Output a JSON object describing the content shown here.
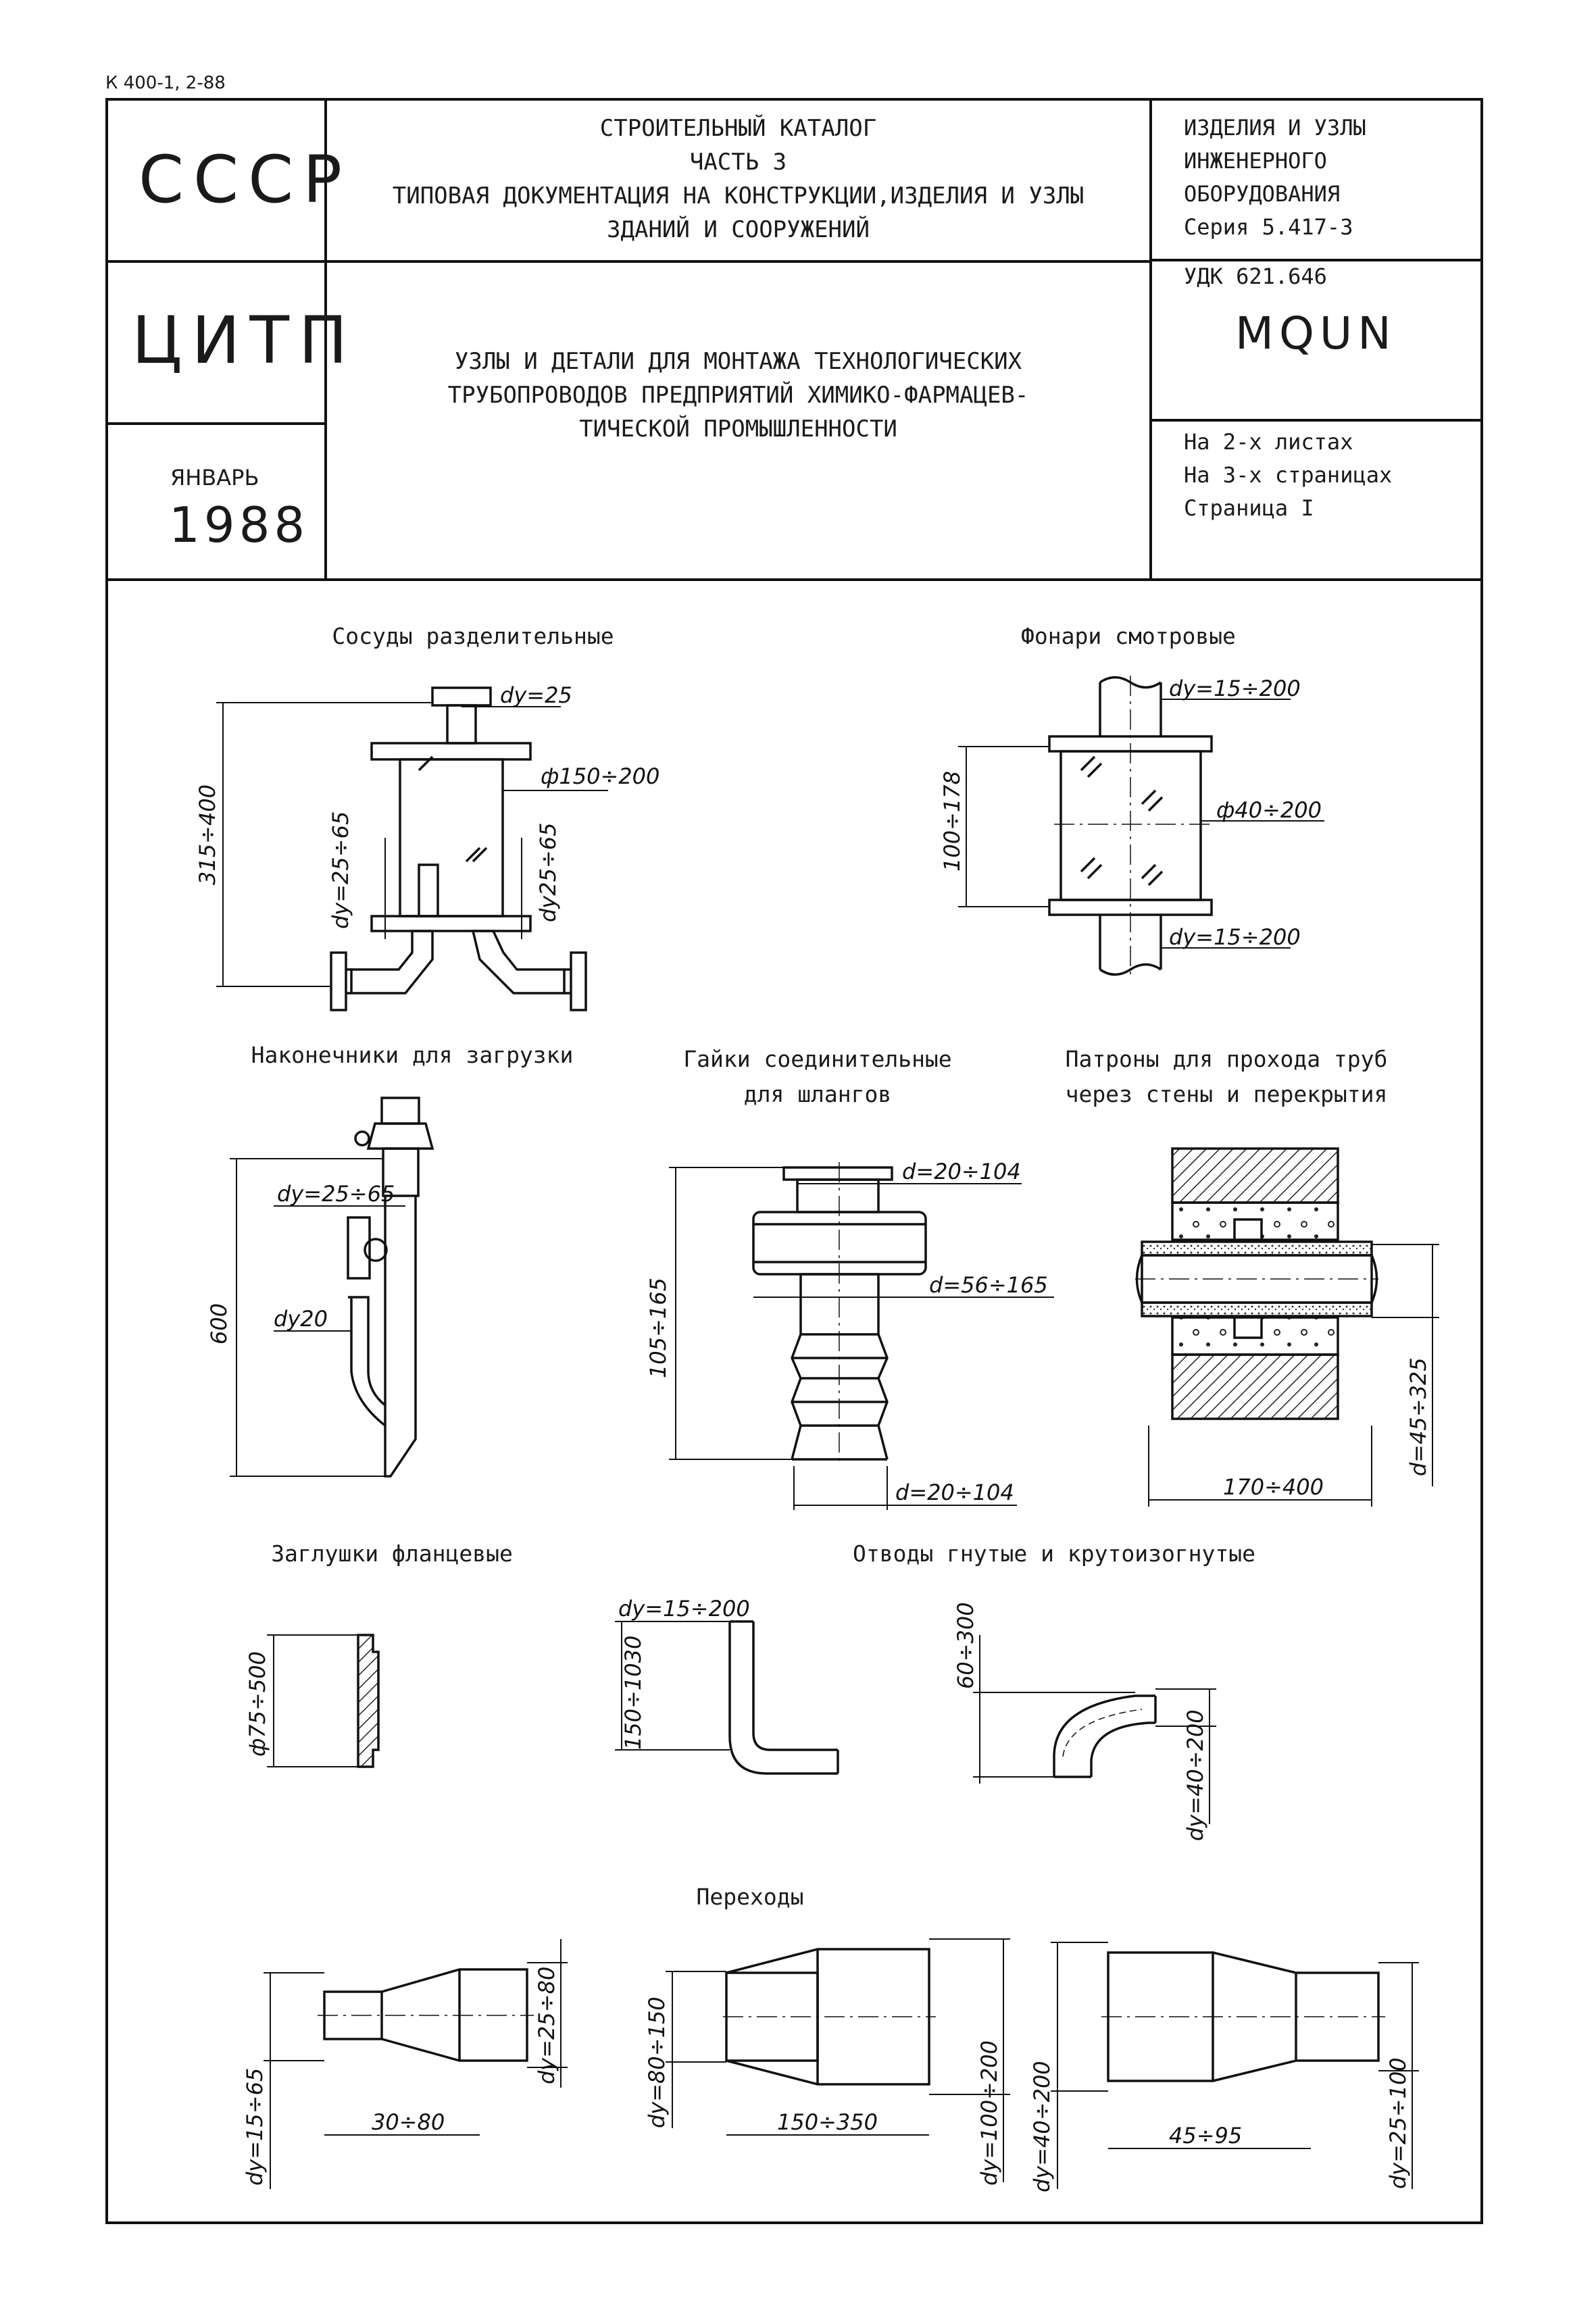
{
  "doc_code": "К 400-1, 2-88",
  "header": {
    "org1": "СССР",
    "org2": "ЦИТП",
    "date_month": "ЯНВАРЬ",
    "date_year": "1988",
    "catalog_lines": [
      "СТРОИТЕЛЬНЫЙ КАТАЛОГ",
      "ЧАСТЬ 3",
      "ТИПОВАЯ ДОКУМЕНТАЦИЯ НА КОНСТРУКЦИИ,ИЗДЕЛИЯ И УЗЛЫ",
      "ЗДАНИЙ И СООРУЖЕНИЙ"
    ],
    "title_lines": [
      "УЗЛЫ И ДЕТАЛИ ДЛЯ МОНТАЖА ТЕХНОЛОГИЧЕСКИХ",
      "ТРУБОПРОВОДОВ ПРЕДПРИЯТИЙ ХИМИКО-ФАРМАЦЕВ-",
      "ТИЧЕСКОЙ ПРОМЫШЛЕННОСТИ"
    ],
    "section_lines": [
      "ИЗДЕЛИЯ И УЗЛЫ",
      "ИНЖЕНЕРНОГО",
      "ОБОРУДОВАНИЯ",
      "Серия 5.417-3"
    ],
    "udk": "УДК 621.646",
    "code": "MQUN",
    "sheet_info": [
      "На 2-х листах",
      "На 3-х страницах",
      "Страница I"
    ]
  },
  "items": {
    "vessels": {
      "caption": "Сосуды разделительные",
      "labels": [
        "dу=25",
        "ф150÷200",
        "dу=25÷65",
        "dу25÷65",
        "315÷400"
      ]
    },
    "sight_glasses": {
      "caption": "Фонари смотровые",
      "labels": [
        "dу=15÷200",
        "ф40÷200",
        "100÷178",
        "dу=15÷200"
      ]
    },
    "tips": {
      "caption": "Наконечники для загрузки",
      "labels": [
        "dу=25÷65",
        "dу20",
        "600"
      ]
    },
    "nuts": {
      "caption_lines": [
        "Гайки соединительные",
        "для шлангов"
      ],
      "labels": [
        "d=20÷104",
        "d=56÷165",
        "105÷165",
        "d=20÷104"
      ]
    },
    "sleeves": {
      "caption_lines": [
        "Патроны для прохода труб",
        "через стены и перекрытия"
      ],
      "labels": [
        "d=45÷325",
        "170÷400"
      ]
    },
    "blind_flanges": {
      "caption": "Заглушки фланцевые",
      "labels": [
        "ф75÷500"
      ]
    },
    "bends": {
      "caption": "Отводы гнутые и крутоизогнутые",
      "labels": [
        "dу=15÷200",
        "150÷1030",
        "60÷300",
        "dу=40÷200"
      ]
    },
    "reducers": {
      "caption": "Переходы",
      "labels": [
        "dу=15÷65",
        "dу=25÷80",
        "30÷80",
        "dу=80÷150",
        "150÷350",
        "dу=100÷200",
        "dу=40÷200",
        "45÷95",
        "dу=25÷100"
      ]
    }
  }
}
